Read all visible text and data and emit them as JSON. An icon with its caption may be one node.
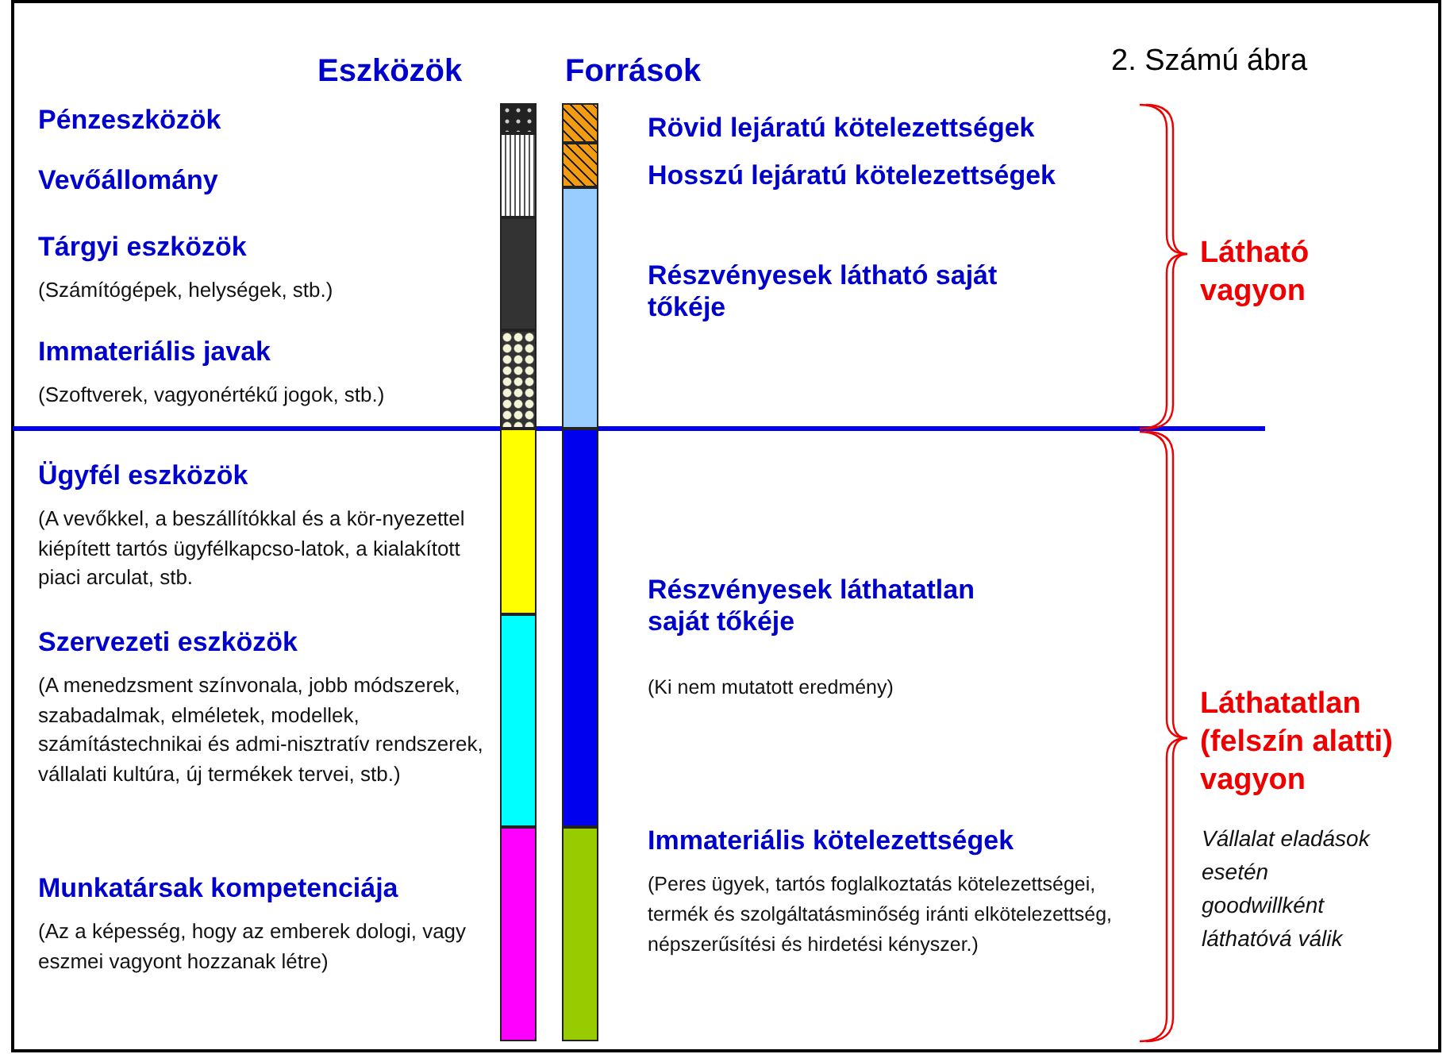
{
  "diagram": {
    "title": "2. Számú ábra",
    "nodes": [
      {
        "text": [],
        "shape": "bar"
      },
      {
        "text": [],
        "shape": "bar"
      },
      {
        "text": [],
        "shape": "bar",
        "beside": [
          "Tárgyi eszközök",
          "(Számítógépek, helységek, stb.)"
        ]
      },
      {
        "text": [],
        "shape": "bar",
        "beside": [
          "Immateriális javak",
          "(Szoftverek, vagyonértékű jogok, stb.)"
        ]
      },
      {
        "text": [],
        "shape": "bar",
        "beside": [
          "Ügyfél eszközök",
          "(A vevőkkel, a beszállítókkal és a kör-nyezettel kiépített tartós ügyfélkapcso-latok, a kialakított piaci arculat, stb."
        ]
      },
      {
        "text": [],
        "shape": "bar",
        "beside": [
          "Szervezeti eszközök",
          "(A menedzsment színvonala, jobb módszerek, szabadalmak, elméletek, modellek, számítástechnikai és admi-nisztratív rendszerek, vállalati kultúra, új termékek tervei, stb.)"
        ]
      },
      {
        "text": [],
        "shape": "bar",
        "beside": [
          "Munkatársak kompetenciája",
          "(Az a képesség, hogy az emberek dologi, vagy eszmei vagyont hozzanak létre)"
        ]
      },
      {
        "text": [],
        "shape": "bar",
        "beside": [
          "Rövid lejáratú kötelezettségek"
        ]
      },
      {
        "text": [],
        "shape": "bar",
        "beside": [
          "Hosszú lejáratú kötelezettségek"
        ]
      },
      {
        "text": [],
        "shape": "bar",
        "beside": [
          "Részvényesek látható saját tőkéje"
        ]
      },
      {
        "text": [],
        "shape": "bar",
        "beside": [
          "Részvényesek láthatatlan saját tőkéje",
          "(Ki nem mutatott eredmény)"
        ]
      },
      {
        "text": [],
        "shape": "bar",
        "beside": [
          "Immateriális kötelezettségek",
          "(Peres ügyek, tartós foglalkoztatás kötelezettségei, termék és szolgáltatásminőség iránti elkötelezettség, népszerűsítési és hirdetési kényszer.)"
        ]
      }
    ],
    "labels": [
      "Eszközök",
      "Források",
      "Pénzeszközök",
      "Vevőállomány",
      "Látható vagyon",
      "Láthatatlan (felszín alatti) vagyon",
      "Vállalat eladások esetén goodwillként láthatóvá válik"
    ]
  }
}
